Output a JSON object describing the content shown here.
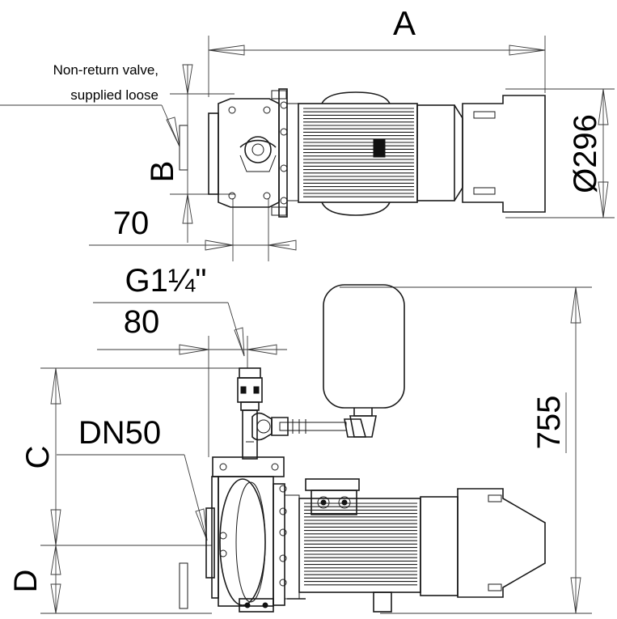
{
  "labels": {
    "dim_a": "A",
    "dim_b": "B",
    "dim_c": "C",
    "dim_d": "D",
    "dim_296": "Ø296",
    "dim_70": "70",
    "dim_80": "80",
    "dim_755": "755",
    "thread": "G1¼\"",
    "flange": "DN50",
    "valve_line1": "Non-return valve,",
    "valve_line2": "supplied loose"
  },
  "colors": {
    "line": "#1a1a1a",
    "background": "#ffffff"
  }
}
